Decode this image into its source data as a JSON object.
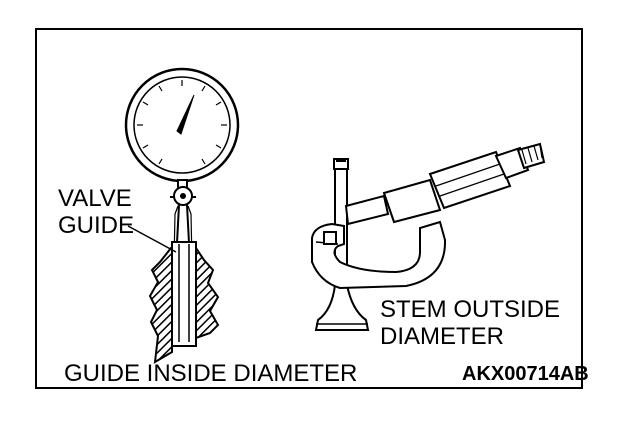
{
  "labels": {
    "valve_guide": [
      "VALVE",
      "GUIDE"
    ],
    "stem_outside_diameter": [
      "STEM OUTSIDE",
      "DIAMETER"
    ],
    "guide_inside_diameter": "GUIDE INSIDE DIAMETER",
    "figure_code": "AKX00714AB"
  },
  "colors": {
    "line": "#000000",
    "background": "#ffffff"
  }
}
